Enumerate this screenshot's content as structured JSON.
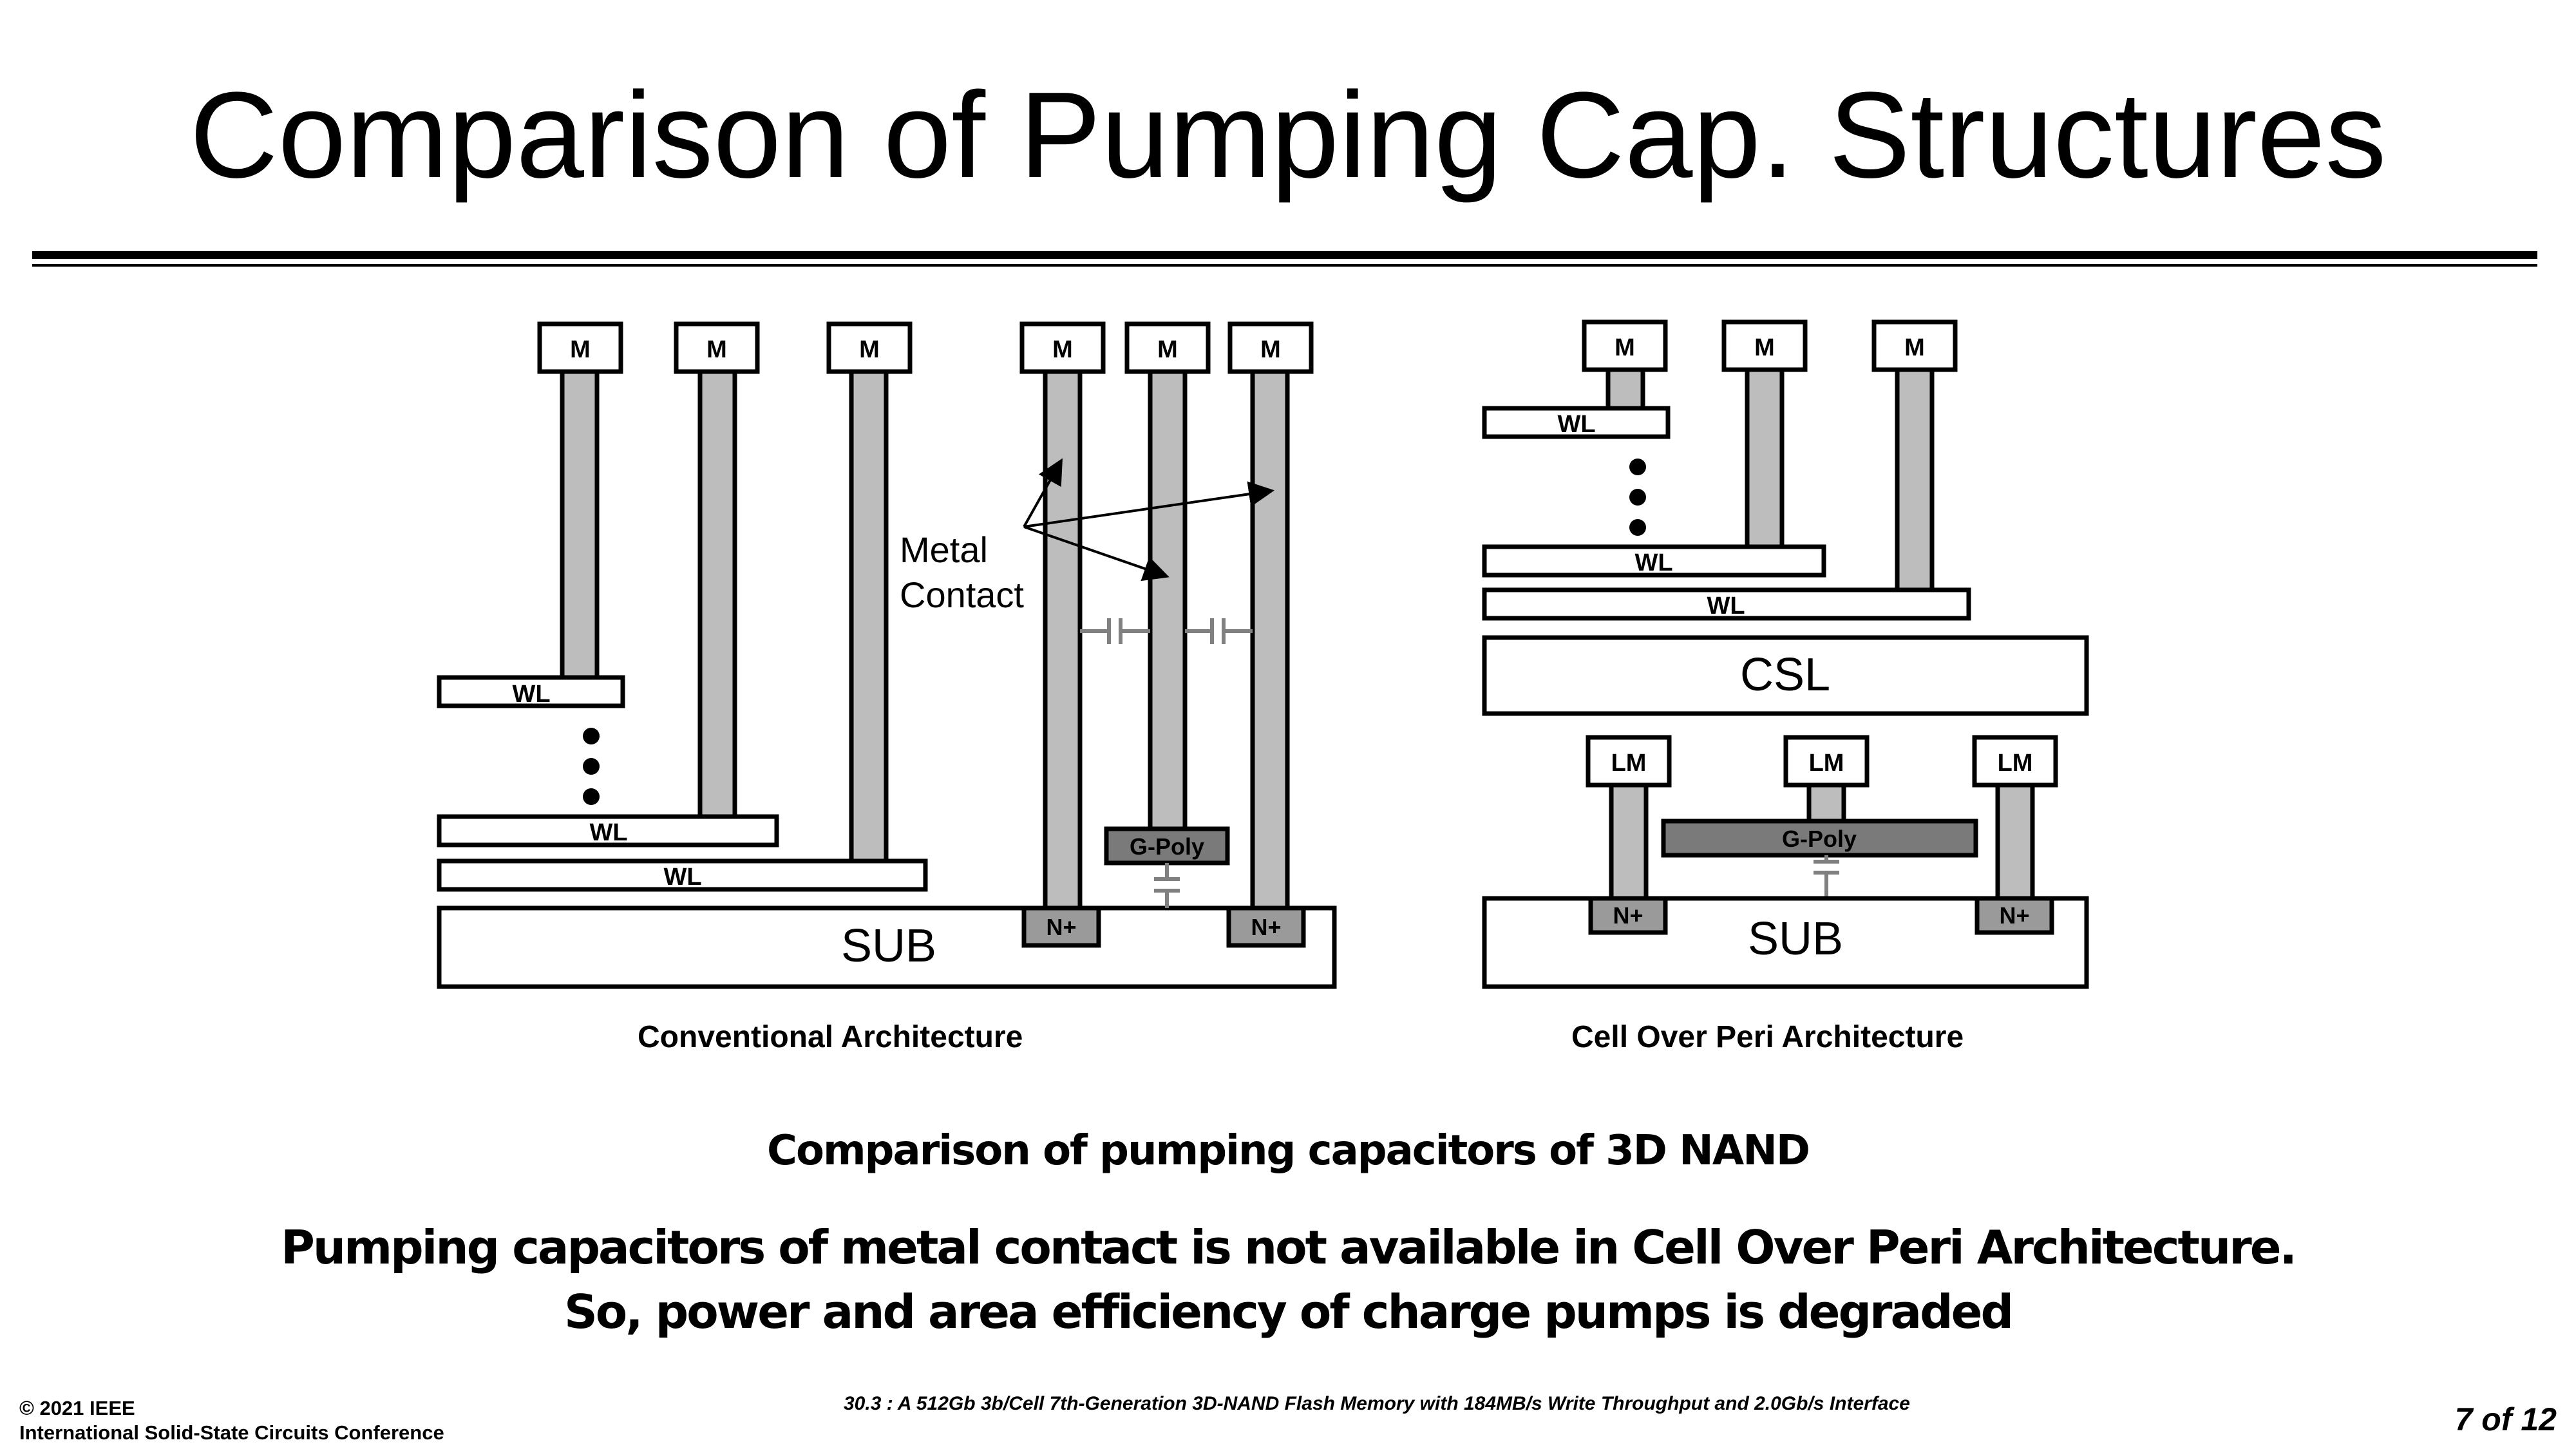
{
  "title": "Comparison of Pumping Cap. Structures",
  "labels": {
    "metal": "M",
    "local_metal": "LM",
    "word_line": "WL",
    "substrate": "SUB",
    "n_plus": "N+",
    "gate_poly": "G-Poly",
    "csl": "CSL",
    "metal_contact_line1": "Metal",
    "metal_contact_line2": "Contact"
  },
  "captions": {
    "conventional": "Conventional Architecture",
    "cell_over_peri": "Cell Over Peri Architecture"
  },
  "subtitle": "Comparison of pumping capacitors of 3D NAND",
  "conclusion": {
    "line1": "Pumping capacitors of metal contact is not available in Cell Over Peri Architecture.",
    "line2": "So, power and area efficiency of charge pumps is degraded"
  },
  "footer": {
    "copyright": "© 2021 IEEE",
    "conference": "International Solid-State Circuits Conference",
    "paper": "30.3 : A 512Gb 3b/Cell 7th-Generation 3D-NAND Flash Memory with 184MB/s Write Throughput and 2.0Gb/s Interface",
    "page": "7 of 12"
  },
  "colors": {
    "pillar_fill": "#bdbdbd",
    "gate_poly_fill": "#7a7a7a",
    "n_plus_fill": "#9a9a9a",
    "capacitor_symbol": "#808080"
  }
}
